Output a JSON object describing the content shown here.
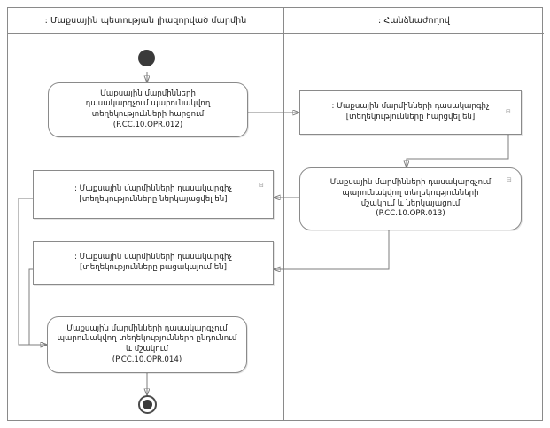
{
  "diagram": {
    "type": "uml-activity-diagram",
    "title": "",
    "lanes": [
      {
        "id": "left",
        "label": ": Մաքսային պետության լիազորված մարմին"
      },
      {
        "id": "right",
        "label": ": Հանձնաժողով"
      }
    ],
    "nodes": [
      {
        "id": "start",
        "kind": "initial-node",
        "lane": "left",
        "label": ""
      },
      {
        "id": "action-012",
        "kind": "action",
        "lane": "left",
        "label": "Մաքսային մարմինների\nդասակարգչում պարունակվող\nտեղեկությունների հարցում\n(P.CC.10.OPR.012)",
        "code": "P.CC.10.OPR.012"
      },
      {
        "id": "object-requested",
        "kind": "object",
        "lane": "right",
        "label": ": Մաքսային մարմինների դասակարգիչ\n[տեղեկությունները հարցվել են]",
        "state": "[տեղեկությունները հարցվել են]"
      },
      {
        "id": "action-013",
        "kind": "action",
        "lane": "right",
        "label": "Մաքսային մարմինների դասակարգչում\nպարունակվող տեղեկությունների\nմշակում և ներկայացում\n(P.CC.10.OPR.013)",
        "code": "P.CC.10.OPR.013"
      },
      {
        "id": "object-presented",
        "kind": "object",
        "lane": "left",
        "label": ": Մաքսային մարմինների դասակարգիչ\n[տեղեկությունները ներկայացվել են]",
        "state": "[տեղեկությունները ներկայացվել են]"
      },
      {
        "id": "object-absent",
        "kind": "object",
        "lane": "left",
        "label": ": Մաքսային մարմինների դասակարգիչ\n[տեղեկությունները բացակայում են]",
        "state": "[տեղեկությունները բացակայում են]"
      },
      {
        "id": "action-014",
        "kind": "action",
        "lane": "left",
        "label": "Մաքսային մարմինների դասակարգչում\nպարունակվող տեղեկությունների ընդունում\nև մշակում\n(P.CC.10.OPR.014)",
        "code": "P.CC.10.OPR.014"
      },
      {
        "id": "end",
        "kind": "final-node",
        "lane": "left",
        "label": ""
      }
    ],
    "marks": {
      "mark_a": "⊟",
      "mark_b": "⊟",
      "mark_c": "⊟"
    }
  }
}
